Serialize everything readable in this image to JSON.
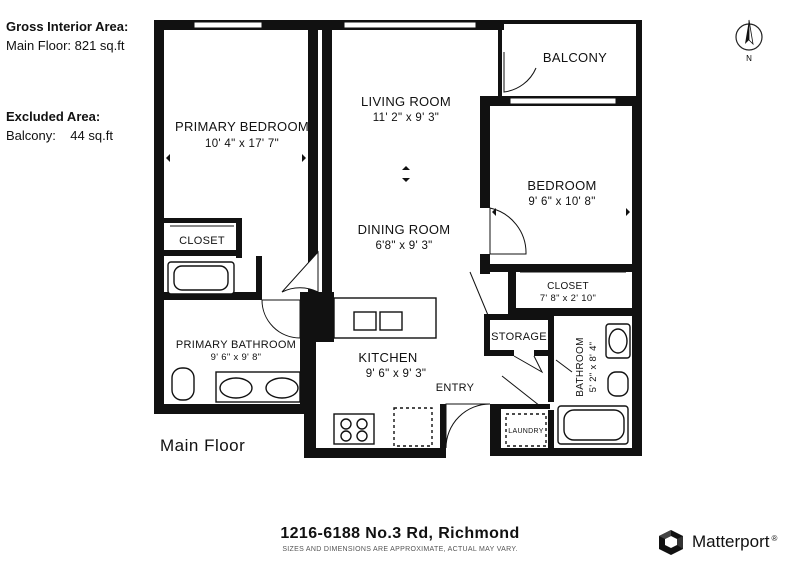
{
  "summary": {
    "gross_heading": "Gross Interior Area:",
    "gross_line": "Main Floor: 821 sq.ft",
    "excluded_heading": "Excluded Area:",
    "excluded_line": "Balcony:    44 sq.ft"
  },
  "rooms": {
    "primary_bedroom": {
      "name": "PRIMARY BEDROOM",
      "dims": "10' 4\" x 17' 7\""
    },
    "living_room": {
      "name": "LIVING ROOM",
      "dims": "11' 2\" x 9' 3\""
    },
    "dining_room": {
      "name": "DINING ROOM",
      "dims": "6'8\" x 9' 3\""
    },
    "bedroom": {
      "name": "BEDROOM",
      "dims": "9' 6\" x 10' 8\""
    },
    "balcony": {
      "name": "BALCONY"
    },
    "closet_primary": {
      "name": "CLOSET"
    },
    "closet_bedroom": {
      "name": "CLOSET",
      "dims": "7' 8\" x 2' 10\""
    },
    "primary_bathroom": {
      "name": "PRIMARY BATHROOM",
      "dims": "9' 6\" x 9' 8\""
    },
    "kitchen": {
      "name": "KITCHEN",
      "dims": "9' 6\" x 9' 3\""
    },
    "storage": {
      "name": "STORAGE"
    },
    "entry": {
      "name": "ENTRY"
    },
    "bathroom": {
      "name": "BATHROOM",
      "dims": "5' 2\" x 8' 4\""
    },
    "laundry": {
      "name": "LAUNDRY"
    }
  },
  "floor_label": "Main Floor",
  "compass": {
    "north_label": "N"
  },
  "footer": {
    "address": "1216-6188 No.3 Rd, Richmond",
    "disclaimer": "SIZES AND DIMENSIONS ARE APPROXIMATE, ACTUAL MAY VARY.",
    "brand": "Matterport",
    "brand_mark": "®"
  }
}
